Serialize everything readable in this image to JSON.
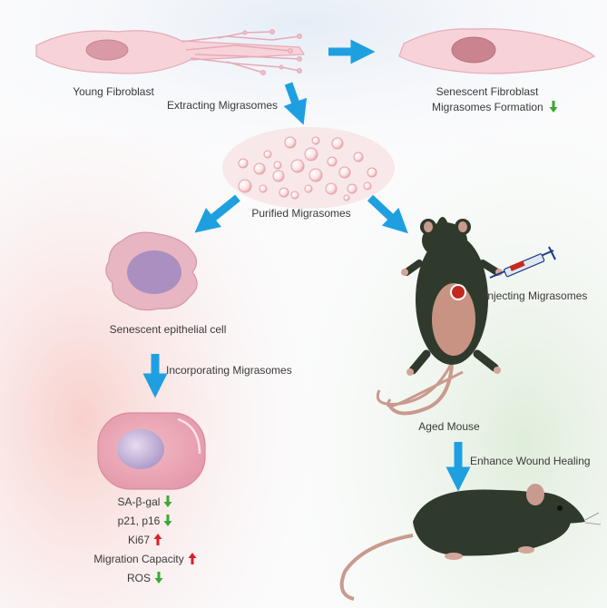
{
  "labels": {
    "young_fibroblast": "Young Fibroblast",
    "senescent_fibroblast": "Senescent Fibroblast",
    "migrasomes_formation": "Migrasomes Formation",
    "extracting": "Extracting Migrasomes",
    "purified": "Purified Migrasomes",
    "senescent_epithelial": "Senescent epithelial cell",
    "incorporating": "Incorporating Migrasomes",
    "injecting": "Injecting Migrasomes",
    "aged_mouse": "Aged Mouse",
    "enhance": "Enhance Wound Healing"
  },
  "markers": [
    {
      "label": "SA-β-gal",
      "direction": "down"
    },
    {
      "label": "p21, p16",
      "direction": "down"
    },
    {
      "label": "Ki67",
      "direction": "up"
    },
    {
      "label": "Migration Capacity",
      "direction": "up"
    },
    {
      "label": "ROS",
      "direction": "down"
    }
  ],
  "migrasomes_formation_direction": "down",
  "colors": {
    "flow_arrow": "#1ea0e0",
    "down_arrow": "#3aa835",
    "up_arrow": "#d8202a",
    "cell_fill": "#f6cfd6",
    "nucleus_fill": "#c99aa5",
    "epithelial_nucleus": "#b7a3cf",
    "mouse_fur": "#2f3a2c",
    "mouse_skin": "#c99a8e"
  }
}
